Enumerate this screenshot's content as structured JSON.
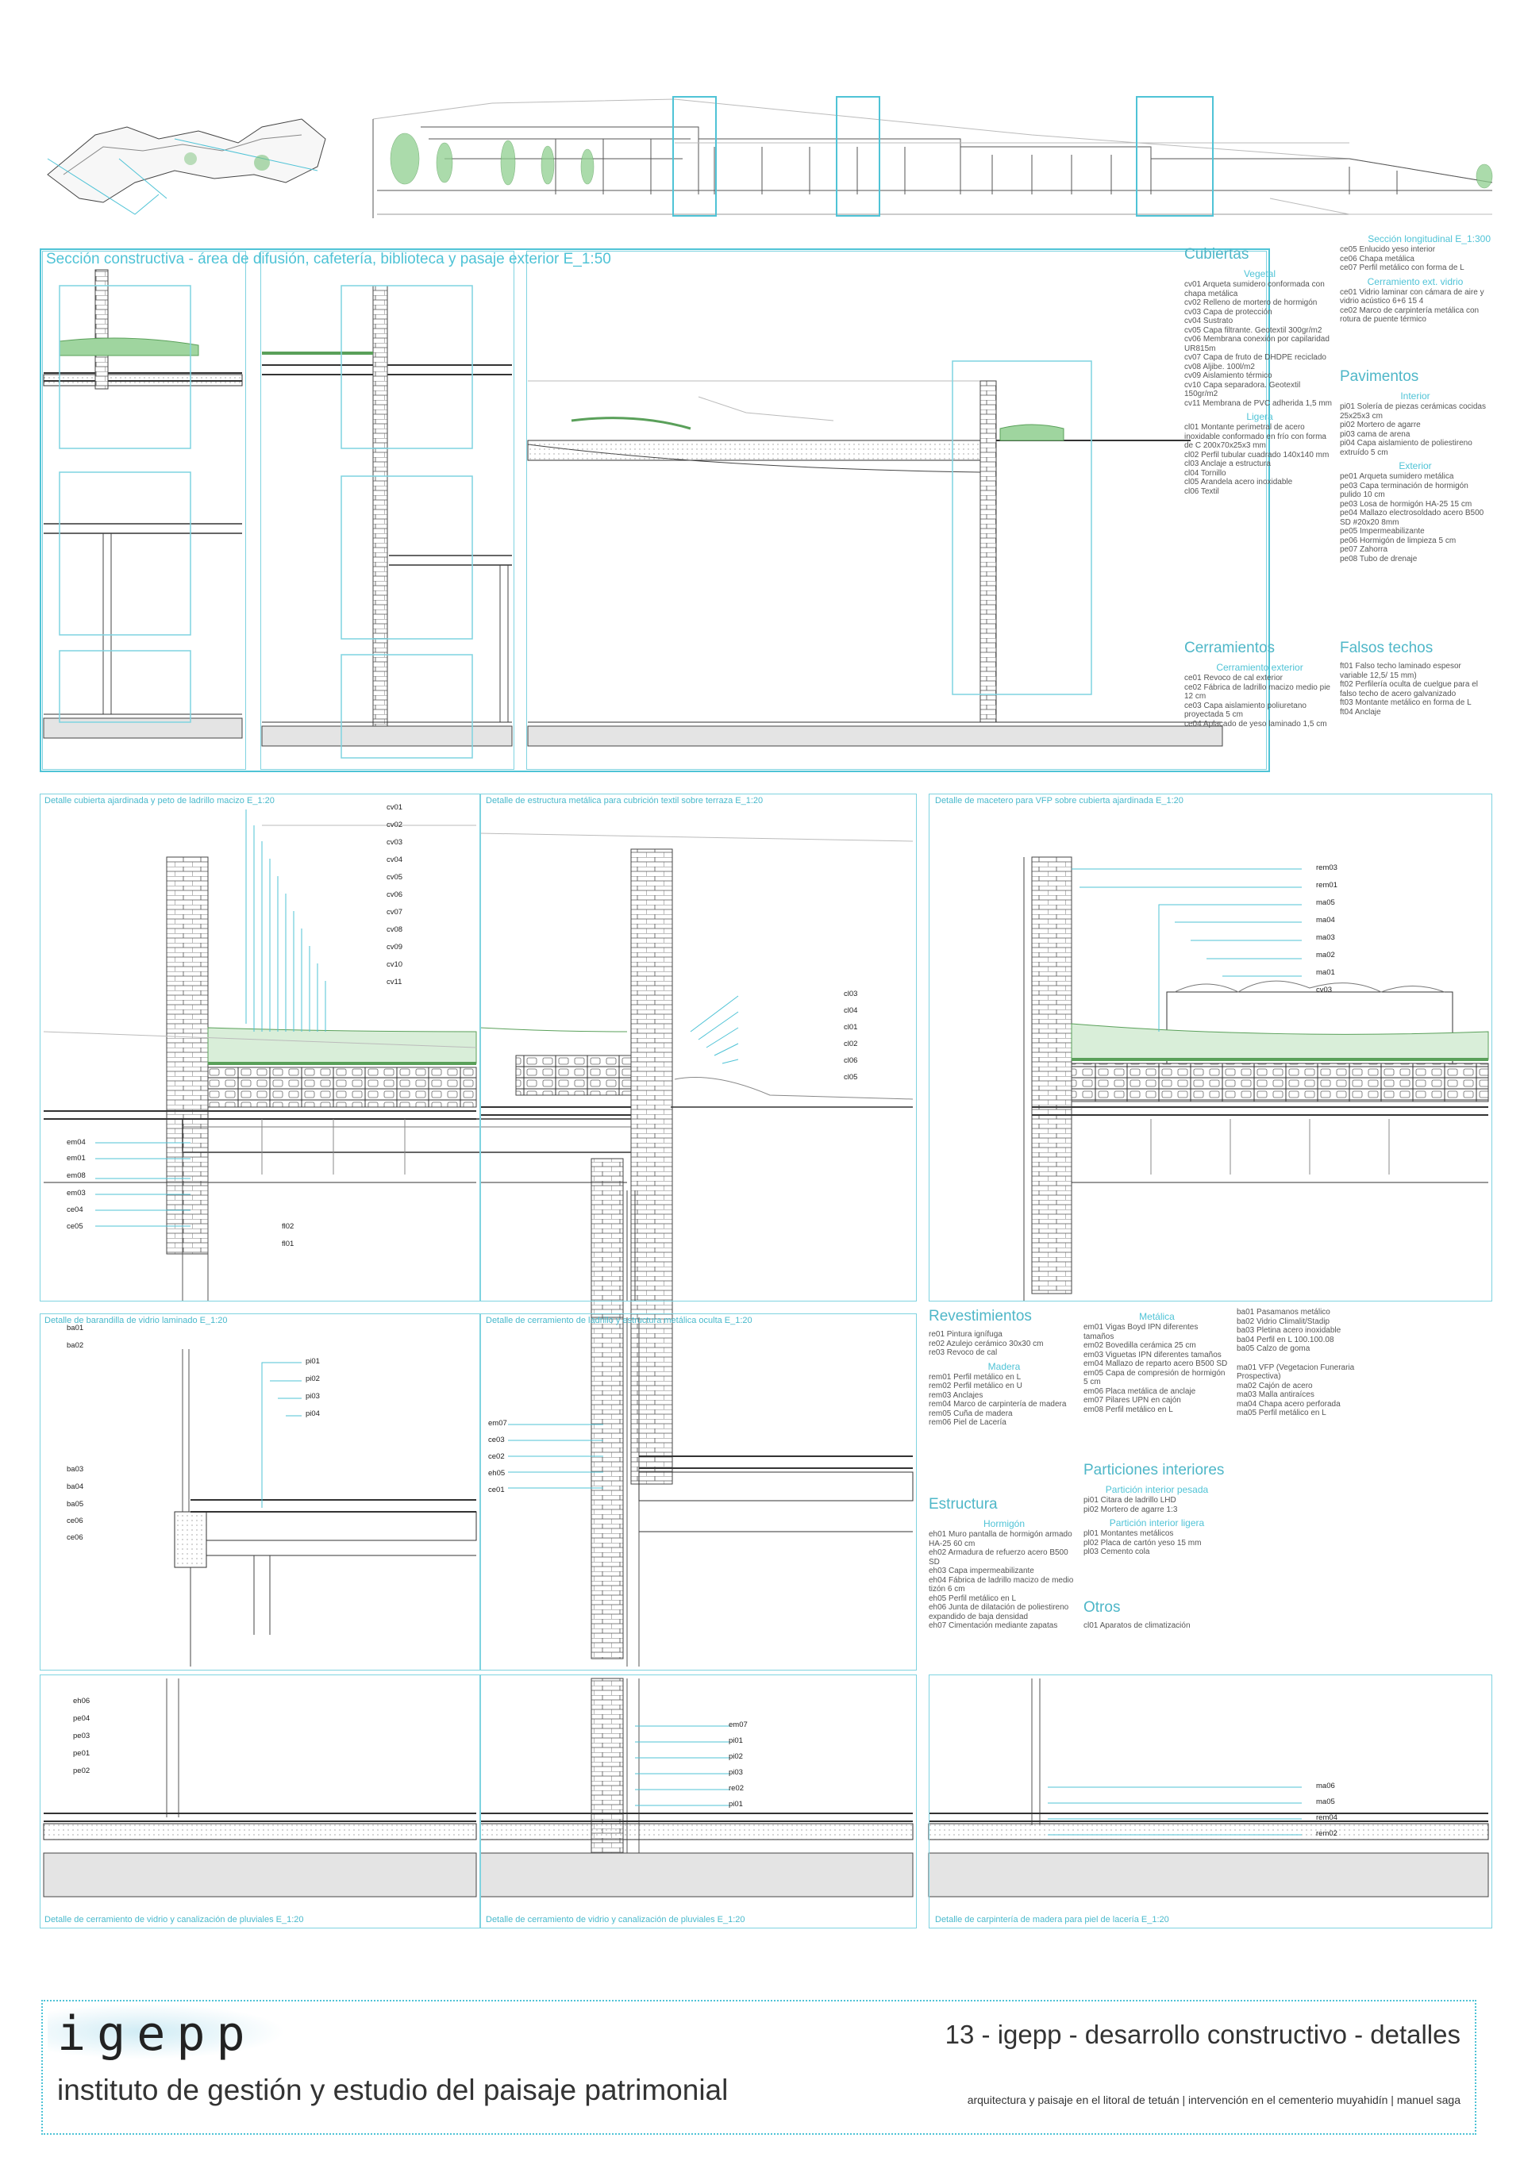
{
  "main_title": "Sección constructiva - área de difusión, cafetería, biblioteca y pasaje exterior E_1:50",
  "long_section": "Sección longitudinal E_1:300",
  "details": [
    {
      "id": "d1",
      "title": "Detalle cubierta ajardinada y peto de ladrillo macizo E_1:20",
      "tags": [
        "cv01",
        "cv02",
        "cv03",
        "cv04",
        "cv05",
        "cv06",
        "cv07",
        "cv08",
        "cv09",
        "cv10",
        "cv11"
      ],
      "left_tags": [
        "em04",
        "em01",
        "em08",
        "em03",
        "ce04",
        "ce05"
      ],
      "bottom_tags": [
        "fl02",
        "fl01"
      ]
    },
    {
      "id": "d2",
      "title": "Detalle de estructura metálica para cubrición textil sobre terraza E_1:20",
      "tags": [
        "cl03",
        "cl04",
        "cl01",
        "cl02",
        "cl06",
        "cl05"
      ]
    },
    {
      "id": "d3",
      "title": "Detalle de macetero para VFP sobre cubierta ajardinada E_1:20",
      "tags": [
        "rem03",
        "rem01",
        "ma05",
        "ma04",
        "ma03",
        "ma02",
        "ma01",
        "cv03"
      ]
    },
    {
      "id": "d4",
      "title": "Detalle de barandilla de vidrio laminado E_1:20",
      "top_tags": [
        "ba01",
        "ba02"
      ],
      "tags": [
        "pi01",
        "pi02",
        "pi03",
        "pi04"
      ],
      "left_tags": [
        "ba03",
        "ba04",
        "ba05",
        "ce06",
        "ce06"
      ]
    },
    {
      "id": "d5",
      "title": "Detalle de cerramiento de ladrillo y estructura metálica oculta E_1:20",
      "tags": [
        "em07",
        "ce03",
        "ce02",
        "eh05",
        "ce01"
      ]
    },
    {
      "id": "d6",
      "title": "Detalle de cerramiento de vidrio y canalización de pluviales E_1:20",
      "tags": [
        "eh06",
        "pe04",
        "pe03",
        "pe01",
        "pe02"
      ]
    },
    {
      "id": "d7",
      "title": "Detalle de cerramiento de vidrio y canalización de pluviales E_1:20",
      "tags": [
        "em07",
        "pi01",
        "pi02",
        "pi03",
        "re02",
        "pi01"
      ]
    },
    {
      "id": "d8",
      "title": "Detalle de carpintería de madera para piel de lacería E_1:20",
      "tags": [
        "ma06",
        "ma05",
        "rem04",
        "rem02"
      ]
    }
  ],
  "legend1": {
    "cubiertas": {
      "title": "Cubiertas",
      "sub1": "Vegetal",
      "items1": [
        "cv01 Arqueta sumidero conformada con chapa metálica",
        "cv02 Relleno de mortero de hormigón",
        "cv03 Capa de protección",
        "cv04 Sustrato",
        "cv05 Capa filtrante. Geotextil 300gr/m2",
        "cv06 Membrana conexión por capilaridad UR815m",
        "cv07 Capa de fruto de DHDPE reciclado",
        "cv08 Aljibe. 100l/m2",
        "cv09 Aislamiento térmico",
        "cv10 Capa separadora. Geotextil 150gr/m2",
        "cv11 Membrana de PVC adherida 1,5 mm"
      ],
      "sub2": "Ligera",
      "items2": [
        "cl01 Montante perimetral de acero inoxidable conformado en frío con forma de C 200x70x25x3 mm",
        "cl02 Perfil tubular cuadrado 140x140 mm",
        "cl03 Anclaje a estructura",
        "cl04 Tornillo",
        "cl05 Arandela acero inoxidable",
        "cl06 Textil"
      ]
    },
    "cerramientos": {
      "title": "Cerramientos",
      "sub1": "Cerramiento exterior",
      "items1": [
        "ce01 Revoco de cal exterior",
        "ce02 Fábrica de ladrillo macizo medio pie 12 cm",
        "ce03 Capa aislamiento poliuretano proyectada 5 cm",
        "ce04 Aplacado de yeso laminado 1,5 cm"
      ]
    },
    "col2": {
      "items0": [
        "ce05 Enlucido yeso interior",
        "ce06 Chapa metálica",
        "ce07 Perfil metálico con forma de L"
      ],
      "sub1": "Cerramiento ext. vidrio",
      "items1": [
        "ce01 Vidrio laminar con cámara de aire y vidrio acústico 6+6 15 4",
        "ce02 Marco de carpintería metálica con rotura de puente térmico"
      ]
    },
    "pavimentos": {
      "title": "Pavimentos",
      "sub1": "Interior",
      "items1": [
        "pi01 Solería de piezas cerámicas cocidas 25x25x3 cm",
        "pi02 Mortero de agarre",
        "pi03 cama de arena",
        "pi04 Capa aislamiento de poliestireno extruído 5 cm"
      ],
      "sub2": "Exterior",
      "items2": [
        "pe01 Arqueta sumidero metálica",
        "pe03 Capa terminación de hormigón pulido 10 cm",
        "pe03 Losa de hormigón HA-25 15 cm",
        "pe04 Mallazo electrosoldado acero B500 SD #20x20 8mm",
        "pe05 Impermeabilizante",
        "pe06 Hormigón de limpieza 5 cm",
        "pe07 Zahorra",
        "pe08 Tubo de drenaje"
      ]
    },
    "falsos": {
      "title": "Falsos techos",
      "items1": [
        "ft01 Falso techo laminado espesor variable 12,5/ 15 mm)",
        "ft02 Perfilería oculta de cuelgue para el falso techo de acero galvanizado",
        "ft03 Montante metálico en forma de L",
        "ft04 Anclaje"
      ]
    }
  },
  "legend2": {
    "revestimientos": {
      "title": "Revestimientos",
      "items0": [
        "re01 Pintura ignífuga",
        "re02 Azulejo cerámico 30x30 cm",
        "re03 Revoco de cal"
      ],
      "sub1": "Madera",
      "items1": [
        "rem01 Perfil metálico en L",
        "rem02 Perfil metálico en U",
        "rem03 Anclajes",
        "rem04 Marco de carpintería de madera",
        "rem05 Cuña de madera",
        "rem06 Piel de Lacería"
      ]
    },
    "estructura": {
      "title": "Estructura",
      "sub1": "Hormigón",
      "items1": [
        "eh01 Muro pantalla de hormigón armado HA-25 60 cm",
        "eh02 Armadura de refuerzo acero B500 SD",
        "eh03 Capa impermeabilizante",
        "eh04 Fábrica de ladrillo macizo de medio tizón 6 cm",
        "eh05 Perfil metálico en L",
        "eh06 Junta de dilatación de poliestireno expandido de baja densidad",
        "eh07 Cimentación mediante zapatas"
      ]
    },
    "metalica": {
      "sub1": "Metálica",
      "items1": [
        "em01 Vigas Boyd IPN diferentes tamaños",
        "em02 Bovedilla cerámica 25 cm",
        "em03 Viguetas IPN diferentes tamaños",
        "em04 Mallazo de reparto acero B500 SD",
        "em05 Capa de compresión de hormigón 5 cm",
        "em06 Placa metálica de anclaje",
        "em07 Pilares UPN en cajón",
        "em08 Perfil metálico en L"
      ]
    },
    "particiones": {
      "title": "Particiones interiores",
      "sub1": "Partición interior pesada",
      "items1": [
        "pi01 Citara de ladrillo LHD",
        "pi02 Mortero de agarre 1:3"
      ],
      "sub2": "Partición interior ligera",
      "items2": [
        "pl01 Montantes metálicos",
        "pl02 Placa de cartón yeso 15 mm",
        "pl03 Cemento cola"
      ]
    },
    "otros": {
      "title": "Otros",
      "items1": [
        "cl01 Aparatos de climatización"
      ]
    },
    "col3": {
      "items0": [
        "ba01 Pasamanos metálico",
        "ba02 Vidrio Climalit/Stadip",
        "ba03 Pletina acero inoxidable",
        "ba04 Perfil en L 100.100.08",
        "ba05 Calzo de goma"
      ],
      "items1": [
        "ma01 VFP (Vegetacion Funeraria Prospectiva)",
        "ma02 Cajón de acero",
        "ma03 Malla antiraíces",
        "ma04 Chapa acero perforada",
        "ma05 Perfil metálico en L"
      ]
    }
  },
  "footer": {
    "logo": "igepp",
    "institute": "instituto de gestión y estudio del paisaje patrimonial",
    "sheet_title": "13 - igepp - desarrollo constructivo - detalles",
    "subtitle": "arquitectura y paisaje en el litoral de tetuán | intervención en el cementerio muyahidín | manuel saga"
  }
}
